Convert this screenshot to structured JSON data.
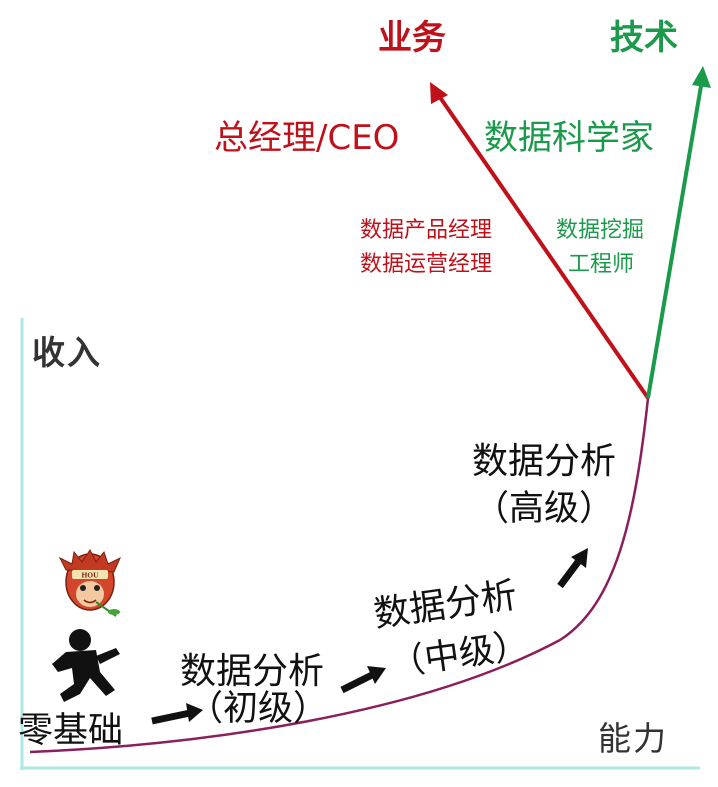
{
  "axes": {
    "y_label": "收入",
    "x_label": "能力"
  },
  "start_label": "零基础",
  "stages": [
    {
      "title": "数据分析",
      "level": "（初级）"
    },
    {
      "title": "数据分析",
      "level": "（中级）"
    },
    {
      "title": "数据分析",
      "level": "（高级）"
    }
  ],
  "business_branch": {
    "heading": "业务",
    "top_role": "总经理/CEO",
    "roles": [
      "数据产品经理",
      "数据运营经理"
    ],
    "color": "#c0111a"
  },
  "tech_branch": {
    "heading": "技术",
    "top_role": "数据科学家",
    "roles": [
      "数据挖掘",
      "工程师"
    ],
    "color": "#1a9a4a"
  },
  "mascot": {
    "badge": "HOU"
  },
  "colors": {
    "axis": "#aee8e3",
    "curve": "#8a1f5c",
    "arrow": "#111111"
  }
}
